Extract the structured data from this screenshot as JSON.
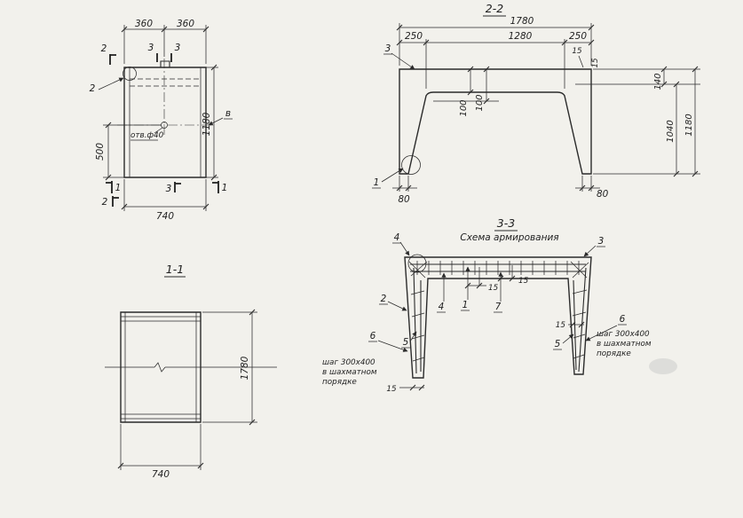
{
  "meta": {
    "background": "#f2f1ec",
    "ink": "#2b2b2b"
  },
  "plan": {
    "dim_top_left": "360",
    "dim_top_right": "360",
    "dim_left": "500",
    "dim_right": "1180",
    "dim_bottom": "740",
    "marker_2_top": "2",
    "marker_2_detail": "2",
    "marker_3_top_left": "3",
    "marker_3_top_right": "3",
    "marker_1_bottom_left": "1",
    "marker_1_bottom_right": "1",
    "marker_2_bottom": "2",
    "marker_3_bottom": "3",
    "hole_label": "отв.ф40",
    "part_label": "в"
  },
  "sec22": {
    "title": "2-2",
    "dim_overall": "1780",
    "dim_left_leg": "250",
    "dim_span": "1280",
    "dim_right_leg": "250",
    "dim_15_a": "15",
    "dim_15_b": "15",
    "dim_100_a": "100",
    "dim_100_b": "100",
    "dim_140": "140",
    "dim_1040": "1040",
    "dim_height": "1180",
    "dim_80_left": "80",
    "dim_80_right": "80",
    "label_3": "3",
    "label_1": "1"
  },
  "sec11": {
    "title": "1-1",
    "dim_right": "1780",
    "dim_bottom": "740"
  },
  "sec33": {
    "title": "3-3",
    "subtitle": "Схема армирования",
    "label_4_detail": "4",
    "label_3": "3",
    "label_2": "2",
    "label_4": "4",
    "label_1": "1",
    "label_7": "7",
    "label_5_left": "5",
    "label_6_left": "6",
    "label_5_right": "5",
    "label_6_right": "6",
    "dim_15_mid_a": "15",
    "dim_15_mid_b": "15",
    "dim_15_right": "15",
    "dim_15_bottom": "15",
    "note_left": [
      "шаг 300х400",
      "в шахматном",
      "порядке"
    ],
    "note_right": [
      "шаг 300х400",
      "в шахматном",
      "порядке"
    ]
  }
}
